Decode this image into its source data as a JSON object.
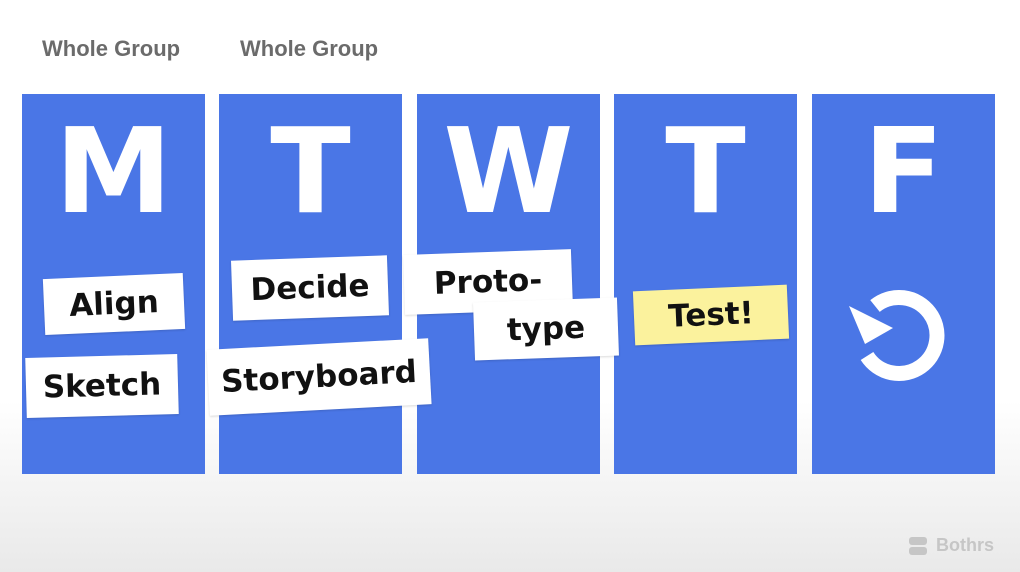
{
  "group_labels": [
    "Whole Group",
    "Whole Group"
  ],
  "days": [
    {
      "letter": "M"
    },
    {
      "letter": "T"
    },
    {
      "letter": "W"
    },
    {
      "letter": "T"
    },
    {
      "letter": "F"
    }
  ],
  "cards": {
    "align": "Align",
    "sketch": "Sketch",
    "decide": "Decide",
    "storyboard": "Storyboard",
    "proto": "Proto-",
    "type": "type",
    "test": "Test!"
  },
  "icons": {
    "friday": "redo-icon",
    "brand": "bothrs-logo-icon"
  },
  "colors": {
    "column": "#4a76e6",
    "card": "#ffffff",
    "test_card": "#fbf29d",
    "label": "#6b6b6b"
  },
  "brand": {
    "name": "Bothrs"
  }
}
